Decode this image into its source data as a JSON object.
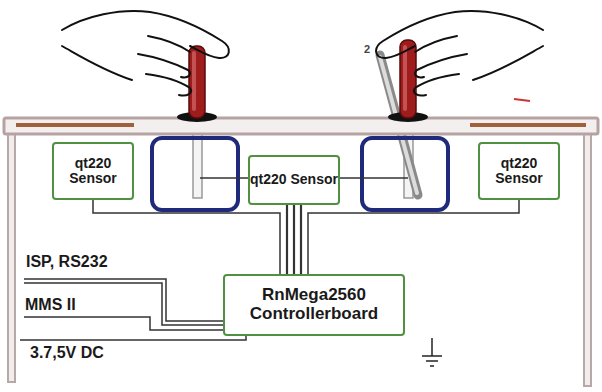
{
  "diagram": {
    "nodes": [
      {
        "text": [
          "qt220 Sensor"
        ]
      },
      {
        "text": [
          "qt220 Sensor"
        ]
      },
      {
        "text": [
          "qt220 Sensor"
        ]
      },
      {
        "text": [
          "RnMega2560 Controllerboard"
        ]
      }
    ],
    "edges": [
      {
        "from": 0,
        "to": 3,
        "arrow": "none"
      },
      {
        "from": 1,
        "to": 3,
        "arrow": "none"
      },
      {
        "from": 2,
        "to": 3,
        "arrow": "none"
      }
    ],
    "labels": [
      "ISP, RS232",
      "MMS II",
      "3.7,5V DC",
      "2"
    ]
  }
}
